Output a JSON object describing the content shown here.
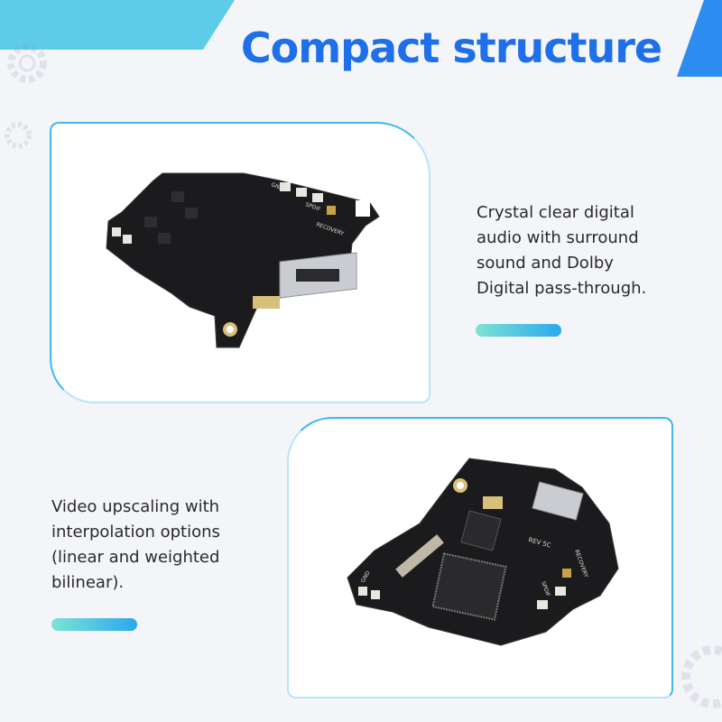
{
  "title": "Compact structure",
  "features": [
    {
      "text_lines": [
        "Crystal clear digital",
        "audio with surround",
        "sound and Dolby",
        "Digital pass-through."
      ]
    },
    {
      "text_lines": [
        "Video upscaling with",
        "interpolation options",
        "(linear and weighted",
        "bilinear)."
      ]
    }
  ],
  "board_labels": {
    "top": {
      "recovery": "RECOVERY",
      "spdif": "SPDIF",
      "gnd": "GND"
    },
    "bottom": {
      "rev": "REV 5C",
      "recovery": "RECOVERY",
      "spdif": "SPDIF",
      "gnd": "GND"
    }
  },
  "colors": {
    "title": "#1e6fe8",
    "panel_border": "#3db8f0",
    "bar_start": "#7de3d3",
    "bar_end": "#2aa8ef"
  }
}
